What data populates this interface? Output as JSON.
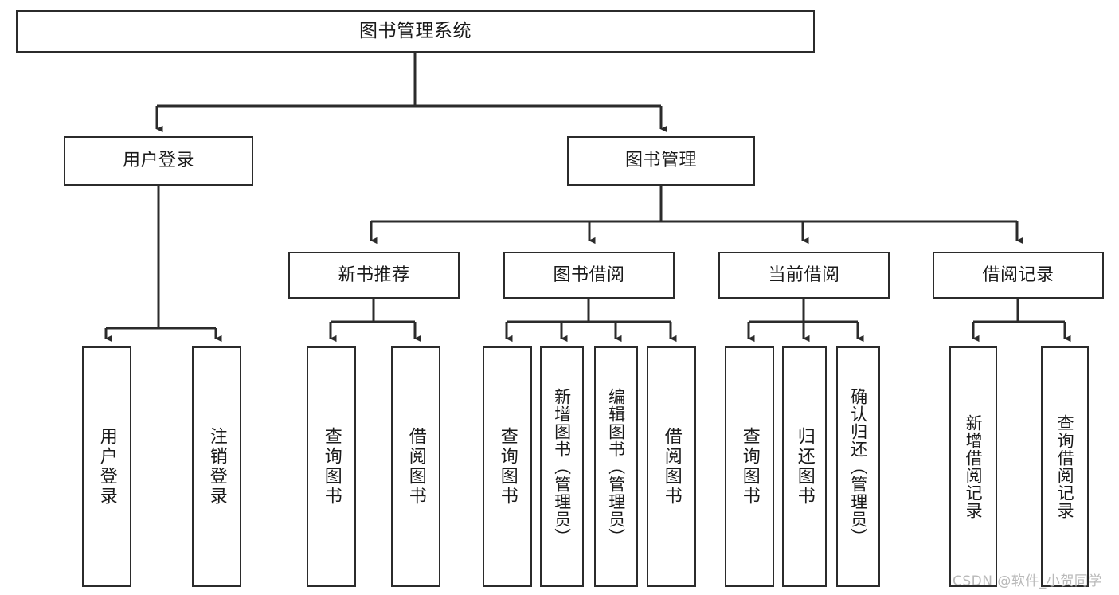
{
  "diagram": {
    "type": "tree",
    "title": "图书管理系统",
    "watermark": "CSDN @软件_小贺同学",
    "colors": {
      "background": "#ffffff",
      "node_border": "#2b2b2b",
      "node_fill": "#ffffff",
      "edge": "#2b2b2b",
      "text": "#1a1a1a",
      "watermark": "#b9b9b9"
    },
    "levels": {
      "root": {
        "label": "图书管理系统"
      },
      "level2": [
        {
          "id": "user-login",
          "label": "用户登录"
        },
        {
          "id": "book-manage",
          "label": "图书管理"
        }
      ],
      "level3": [
        {
          "id": "new-book-rec",
          "label": "新书推荐"
        },
        {
          "id": "book-borrow",
          "label": "图书借阅"
        },
        {
          "id": "current-borrow",
          "label": "当前借阅"
        },
        {
          "id": "borrow-record",
          "label": "借阅记录"
        }
      ],
      "leaves": [
        {
          "id": "leaf-user-login",
          "label": "用户登录",
          "parent": "user-login"
        },
        {
          "id": "leaf-user-logout",
          "label": "注销登录",
          "parent": "user-login"
        },
        {
          "id": "leaf-query-book-1",
          "label": "查询图书",
          "parent": "new-book-rec"
        },
        {
          "id": "leaf-borrow-book-1",
          "label": "借阅图书",
          "parent": "new-book-rec"
        },
        {
          "id": "leaf-query-book-2",
          "label": "查询图书",
          "parent": "book-borrow"
        },
        {
          "id": "leaf-add-book",
          "label": "新增图书（管理员）",
          "parent": "book-borrow"
        },
        {
          "id": "leaf-edit-book",
          "label": "编辑图书（管理员）",
          "parent": "book-borrow"
        },
        {
          "id": "leaf-borrow-book-2",
          "label": "借阅图书",
          "parent": "book-borrow"
        },
        {
          "id": "leaf-query-book-3",
          "label": "查询图书",
          "parent": "current-borrow"
        },
        {
          "id": "leaf-return-book",
          "label": "归还图书",
          "parent": "current-borrow"
        },
        {
          "id": "leaf-confirm-return",
          "label": "确认归还（管理员）",
          "parent": "current-borrow"
        },
        {
          "id": "leaf-add-record",
          "label": "新增借阅记录",
          "parent": "borrow-record"
        },
        {
          "id": "leaf-query-record",
          "label": "查询借阅记录",
          "parent": "borrow-record"
        }
      ]
    }
  }
}
